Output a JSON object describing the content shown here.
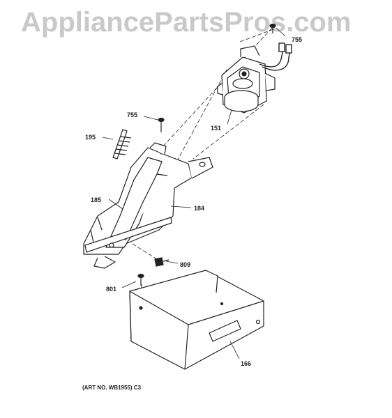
{
  "watermark": "AppliancePartsPros.com",
  "part_labels": {
    "p755_top": "755",
    "p151": "151",
    "p755_mid": "755",
    "p195": "195",
    "p185": "185",
    "p184": "184",
    "p809": "809",
    "p801": "801",
    "p166": "166"
  },
  "art_number": "(ART NO. WB1955) C3"
}
